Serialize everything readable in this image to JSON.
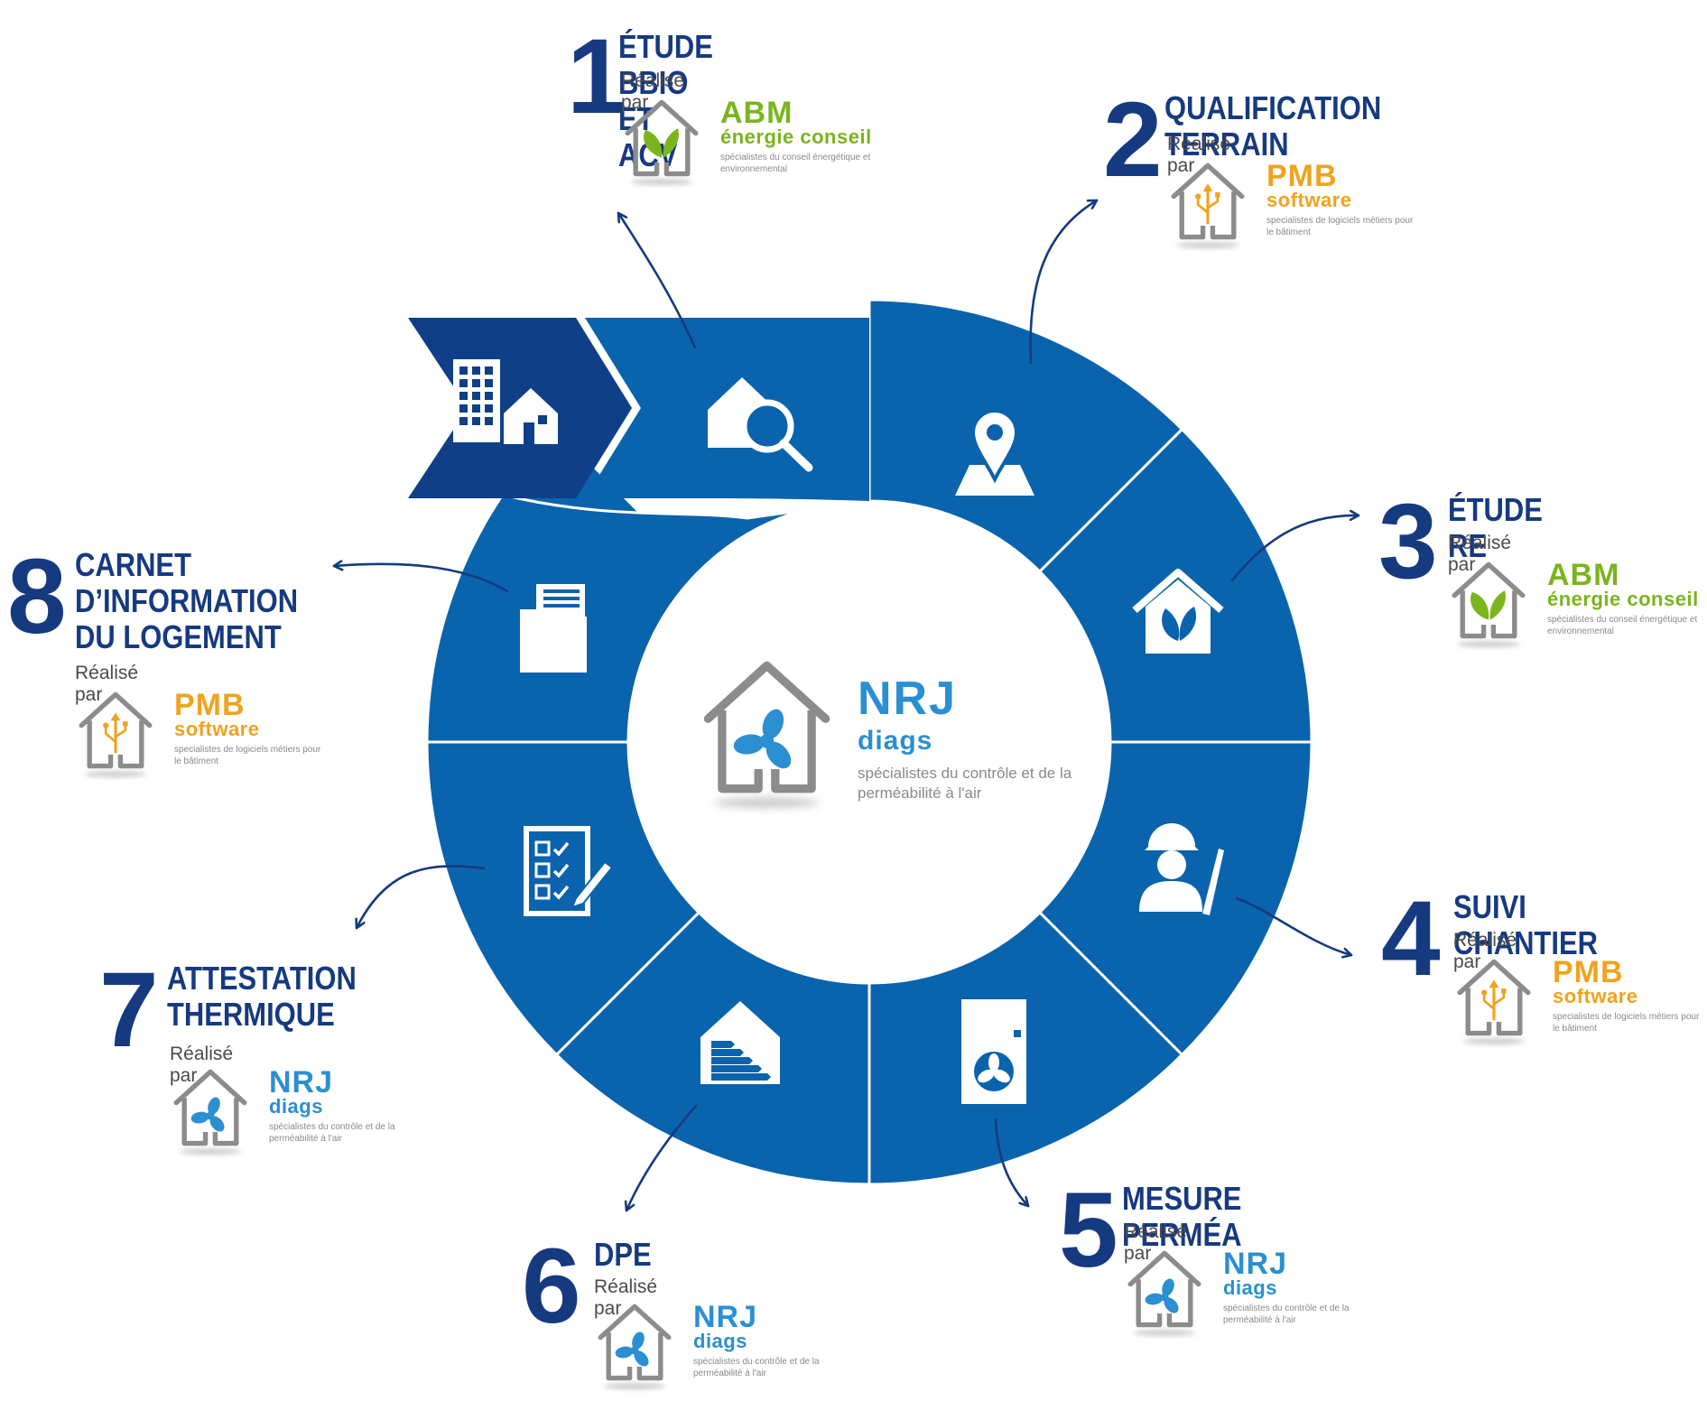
{
  "colors": {
    "ring": "#0a63ad",
    "ring_dark": "#0f3f87",
    "step_number": "#163a80",
    "abm": "#7ab51d",
    "pmb": "#f0a31e",
    "nrj": "#2b8fd2",
    "house_outline": "#8c8c8c"
  },
  "partners": {
    "abm": {
      "name": "ABM",
      "sub": "énergie conseil",
      "tagline": "spécialistes du conseil énergétique et environnemental",
      "icon": "leaf-icon"
    },
    "pmb": {
      "name": "PMB",
      "sub": "software",
      "tagline": "specialistes de logiciels métiers pour le bâtiment",
      "icon": "usb-icon"
    },
    "nrj": {
      "name": "NRJ",
      "sub": "diags",
      "tagline": "spécialistes du contrôle et de la perméabilité à l'air",
      "icon": "fan-icon"
    }
  },
  "center": {
    "name": "NRJ",
    "sub": "diags",
    "tagline": "spécialistes du contrôle et de la perméabilité à l'air"
  },
  "steps": [
    {
      "number": "1",
      "title": "ÉTUDE BBIO ET ACV",
      "by": "Réalisé par",
      "partner": "abm",
      "icon": "house-search-icon"
    },
    {
      "number": "2",
      "title": "QUALIFICATION TERRAIN",
      "by": "Réalisé par",
      "partner": "pmb",
      "icon": "map-pin-icon"
    },
    {
      "number": "3",
      "title": "ÉTUDE RE",
      "by": "Réalisé par",
      "partner": "abm",
      "icon": "eco-house-icon"
    },
    {
      "number": "4",
      "title": "SUIVI CHANTIER",
      "by": "Réalisé par",
      "partner": "pmb",
      "icon": "worker-icon"
    },
    {
      "number": "5",
      "title": "MESURE PERMÉA",
      "by": "Réalisé par",
      "partner": "nrj",
      "icon": "door-fan-icon"
    },
    {
      "number": "6",
      "title": "DPE",
      "by": "Réalisé par",
      "partner": "nrj",
      "icon": "energy-label-icon"
    },
    {
      "number": "7",
      "title": "ATTESTATION\nTHERMIQUE",
      "by": "Réalisé par",
      "partner": "nrj",
      "icon": "checklist-icon"
    },
    {
      "number": "8",
      "title": "CARNET\nD’INFORMATION\nDU LOGEMENT",
      "by": "Réalisé par",
      "partner": "pmb",
      "icon": "folder-docs-icon"
    }
  ],
  "start_icon": "buildings-icon"
}
